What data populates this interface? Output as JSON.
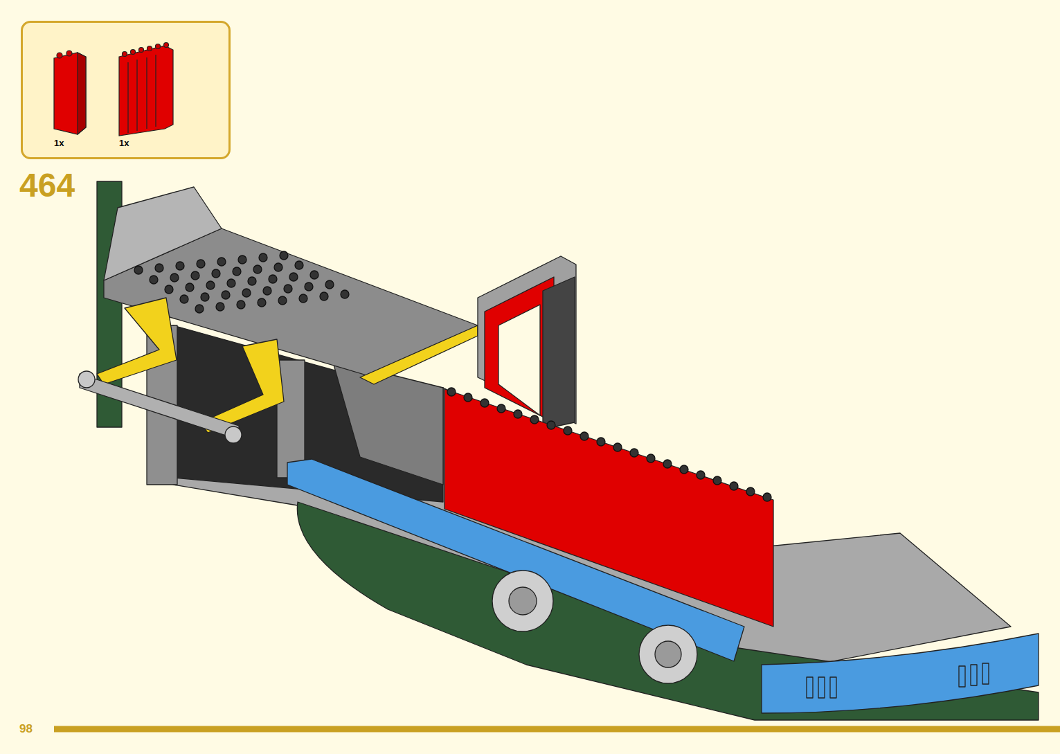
{
  "diagram": {
    "nodes": [
      {
        "text": [
          "1x",
          "1x"
        ]
      }
    ],
    "labels": [
      "464",
      "98"
    ]
  }
}
